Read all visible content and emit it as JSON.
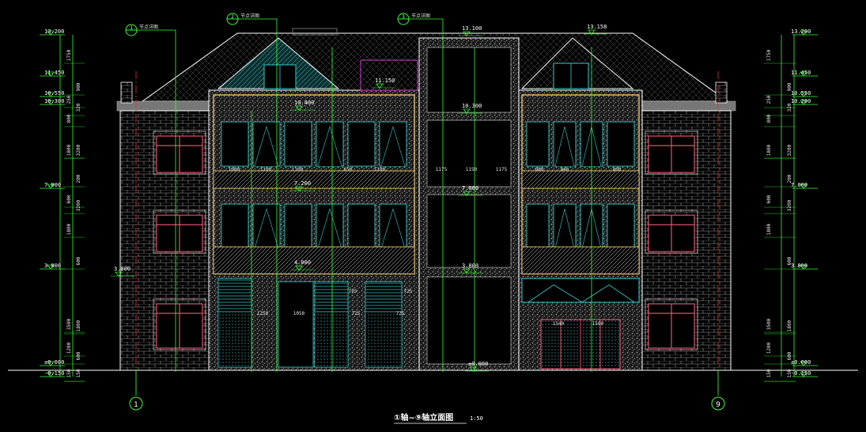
{
  "drawing": {
    "title": "①轴~⑨轴立面图",
    "scale": "1:50",
    "axis_left": "1",
    "axis_right": "9"
  },
  "levels_left": [
    {
      "v": "13.200"
    },
    {
      "v": "11.450"
    },
    {
      "v": "10.550"
    },
    {
      "v": "10.300"
    },
    {
      "v": "7.000"
    },
    {
      "v": "3.800"
    },
    {
      "v": "±0.000"
    },
    {
      "v": "-0.150"
    }
  ],
  "levels_right": [
    {
      "v": "13.200"
    },
    {
      "v": "11.450"
    },
    {
      "v": "10.550"
    },
    {
      "v": "10.200"
    },
    {
      "v": "7.000"
    },
    {
      "v": "3.800"
    },
    {
      "v": "±0.000"
    },
    {
      "v": "-0.150"
    }
  ],
  "inner_levels": [
    {
      "v": "10.400"
    },
    {
      "v": "7.200"
    },
    {
      "v": "4.000"
    },
    {
      "v": "10.300"
    },
    {
      "v": "7.000"
    },
    {
      "v": "3.800"
    },
    {
      "v": "±0.000"
    },
    {
      "v": "11.150"
    },
    {
      "v": "13.100"
    },
    {
      "v": "13.158"
    },
    {
      "v": "3.800"
    }
  ],
  "dims_left": [
    "1750",
    "900",
    "250",
    "320",
    "800",
    "3200",
    "1800",
    "200",
    "600",
    "3200",
    "1800",
    "600",
    "3500",
    "1800",
    "1200",
    "600",
    "150",
    "150"
  ],
  "dims_right": [
    "1750",
    "900",
    "250",
    "320",
    "800",
    "3200",
    "1800",
    "200",
    "600",
    "3200",
    "1800",
    "600",
    "3500",
    "1800",
    "1200",
    "600",
    "150",
    "150"
  ],
  "dims_mid": [
    "1000",
    "1100",
    "1100",
    "650",
    "1100",
    "1175",
    "1150",
    "1175",
    "800",
    "846",
    "800",
    "725",
    "725",
    "1250",
    "1050",
    "725",
    "725",
    "1540",
    "1500"
  ],
  "callouts": [
    {
      "n": "1",
      "d": "节点详图"
    },
    {
      "n": "2",
      "d": "节点详图"
    },
    {
      "n": "3",
      "d": "节点详图"
    }
  ]
}
